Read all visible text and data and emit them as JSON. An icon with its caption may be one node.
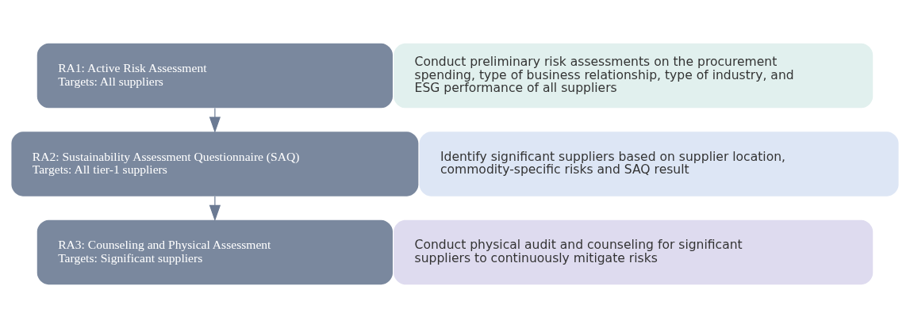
{
  "diagram": {
    "nodes": [
      {
        "text": [
          "RA1: Active Risk Assessment",
          "Targets: All suppliers"
        ]
      },
      {
        "text": [
          "Conduct preliminary risk assessments on the procurement spending, type of business relationship, type of industry, and ESG performance of all suppliers"
        ]
      },
      {
        "text": [
          "RA2: Sustainability Assessment Questionnaire (SAQ)",
          "Targets: All tier-1 suppliers"
        ]
      },
      {
        "text": [
          "Identify significant suppliers based on supplier location, commodity-specific risks and SAQ result"
        ]
      },
      {
        "text": [
          "RA3: Counseling and Physical Assessment",
          "Targets: Significant suppliers"
        ]
      },
      {
        "text": [
          "Conduct physical audit and counseling for significant suppliers to continuously mitigate risks"
        ]
      }
    ],
    "edges": [
      {
        "from": 0,
        "to": 2,
        "arrow": "to"
      },
      {
        "from": 2,
        "to": 4,
        "arrow": "to"
      }
    ]
  }
}
